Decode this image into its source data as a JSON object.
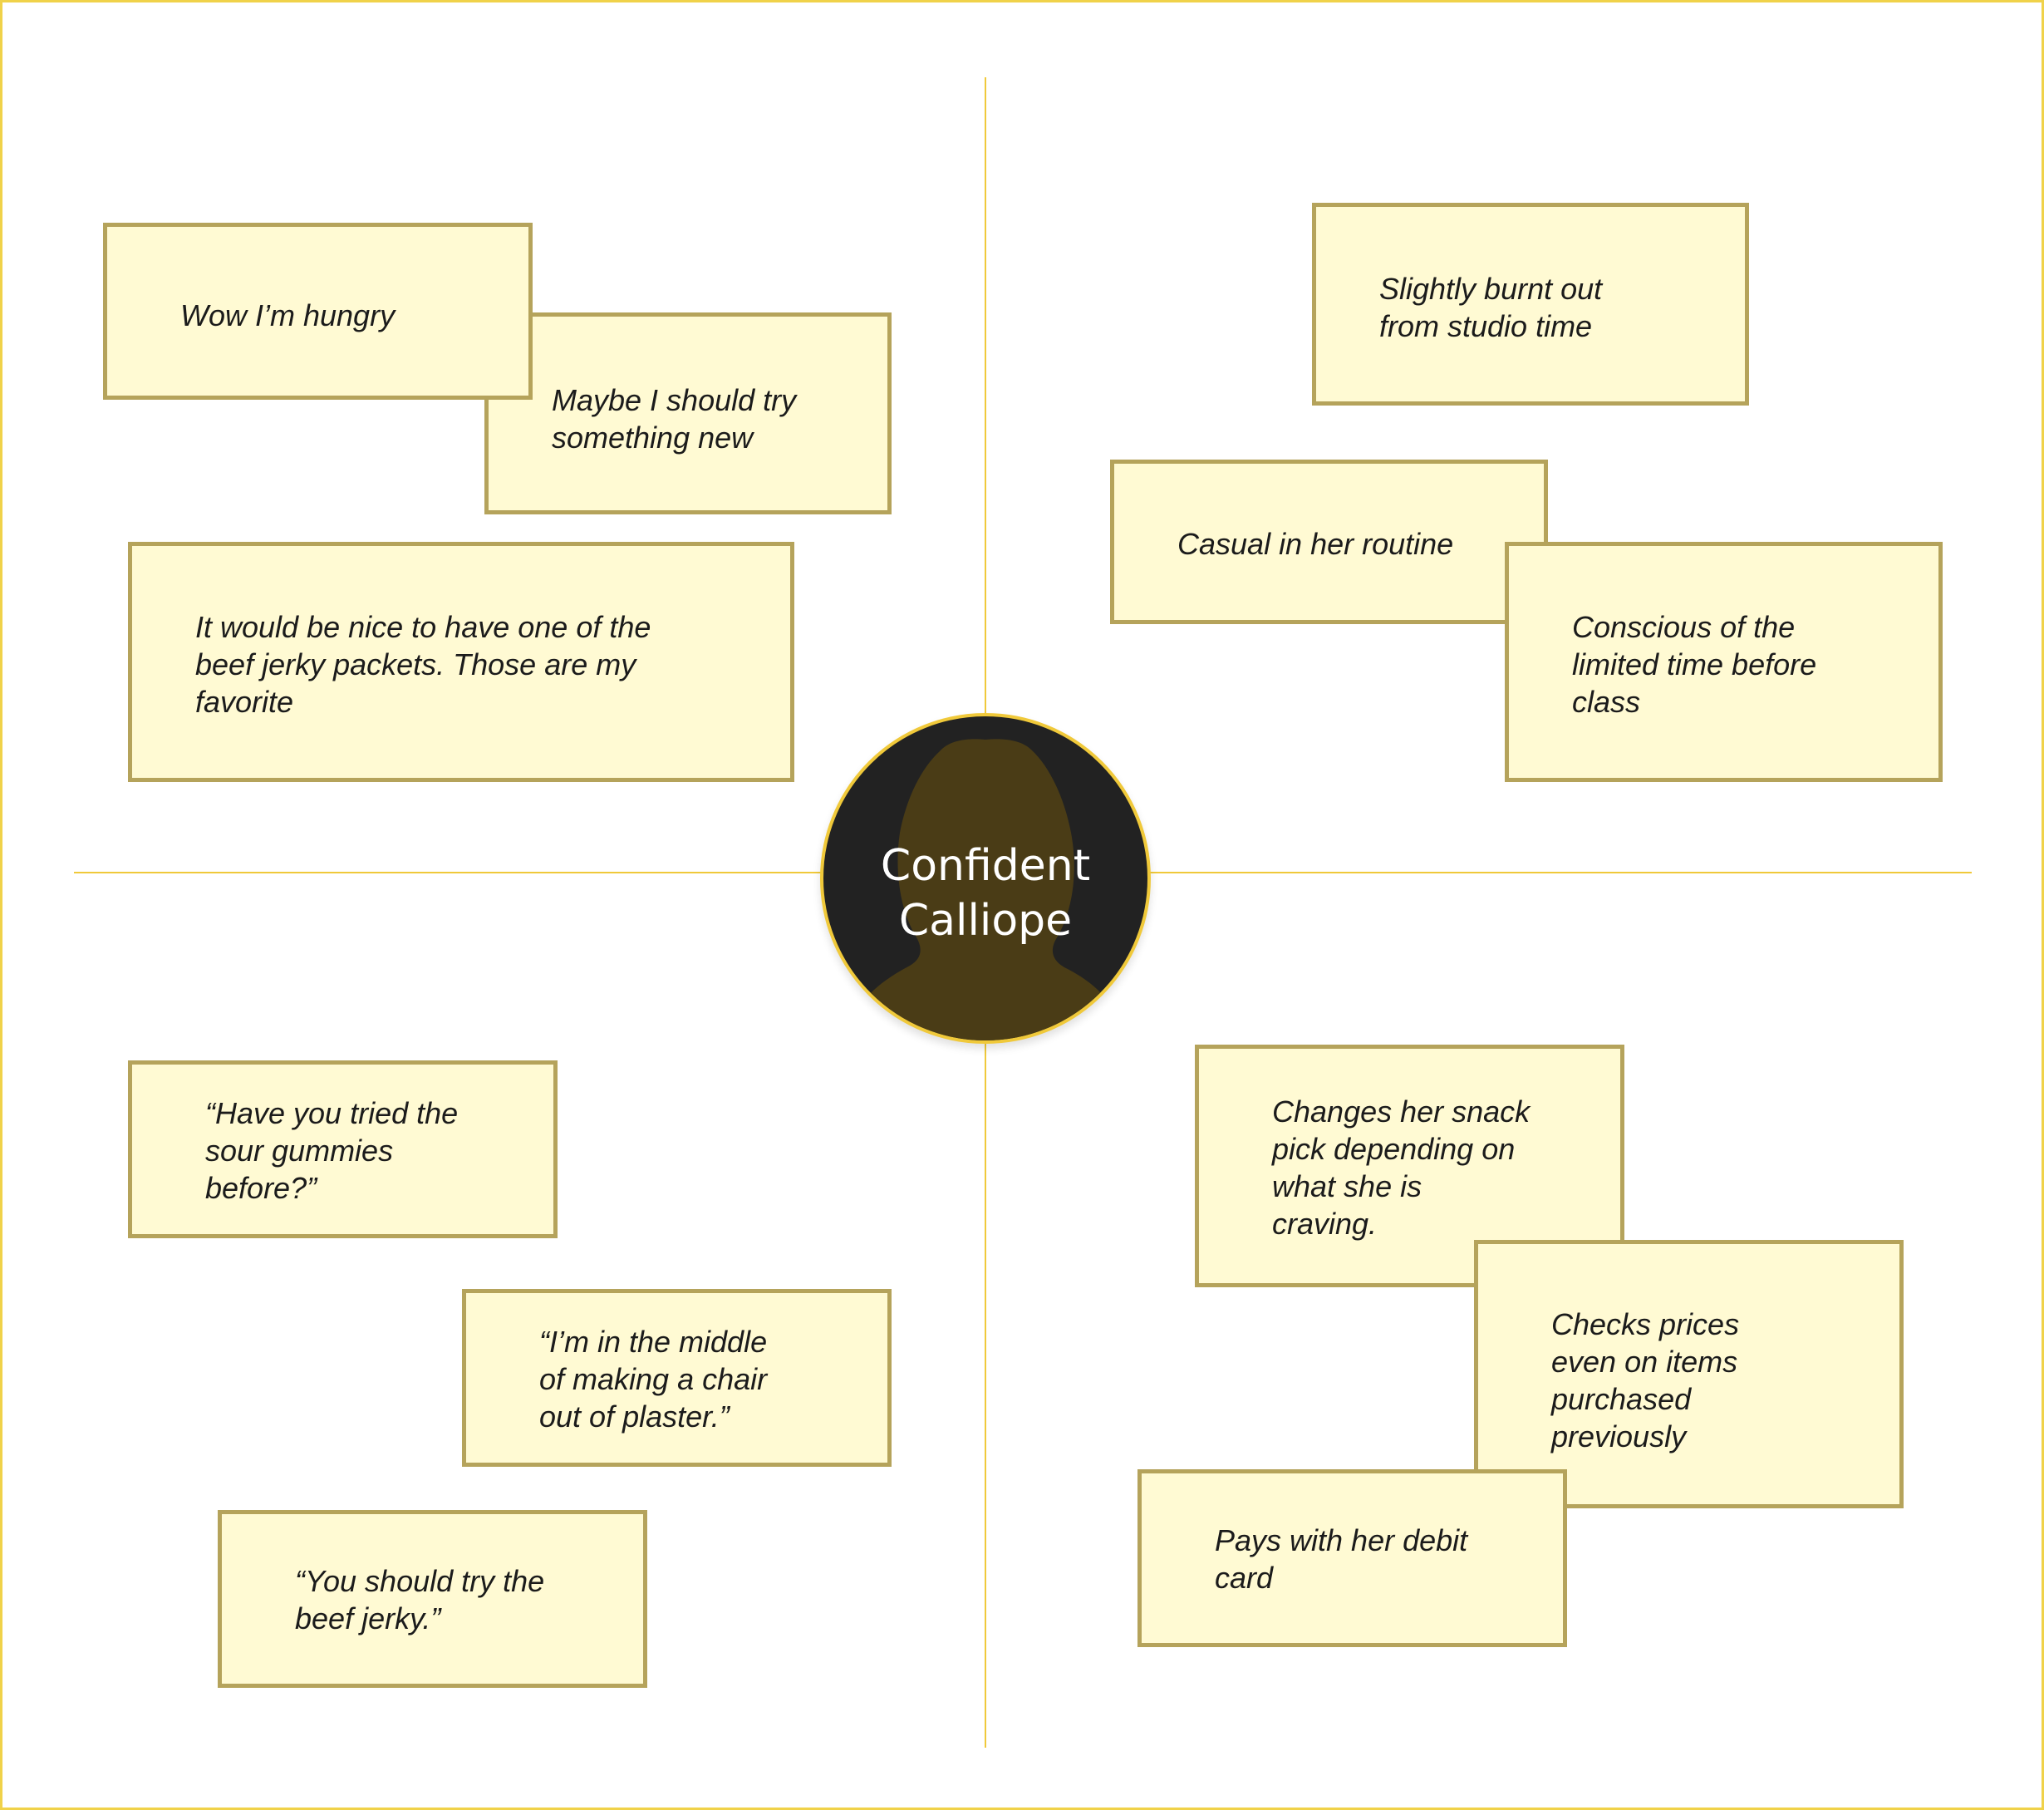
{
  "persona": {
    "name_line1": "Confident",
    "name_line2": "Calliope",
    "avatar_icon": "person-silhouette-icon",
    "colors": {
      "ring": "#f0c93a",
      "background": "#222222",
      "silhouette": "#4a3c16"
    }
  },
  "quadrants": {
    "top_left": {
      "notes": [
        {
          "lines": [
            "Wow I’m hungry"
          ]
        },
        {
          "lines": [
            "Maybe I should try",
            "something new"
          ]
        },
        {
          "lines": [
            "It would be nice to have one of the",
            "beef jerky packets. Those are my",
            "favorite"
          ]
        }
      ]
    },
    "top_right": {
      "notes": [
        {
          "lines": [
            "Slightly burnt out",
            "from studio time"
          ]
        },
        {
          "lines": [
            "Casual in her routine"
          ]
        },
        {
          "lines": [
            "Conscious of the",
            "limited time before",
            "class"
          ]
        }
      ]
    },
    "bottom_left": {
      "notes": [
        {
          "lines": [
            "“Have you tried the",
            "sour gummies",
            "before?”"
          ]
        },
        {
          "lines": [
            "“I’m in the middle",
            "of making a chair",
            "out of plaster.”"
          ]
        },
        {
          "lines": [
            "“You should try the",
            "beef jerky.”"
          ]
        }
      ]
    },
    "bottom_right": {
      "notes": [
        {
          "lines": [
            "Changes her snack",
            "pick depending on",
            "what she is",
            "craving."
          ]
        },
        {
          "lines": [
            "Checks prices",
            "even on items",
            "purchased",
            "previously"
          ]
        },
        {
          "lines": [
            "Pays with her debit",
            "card"
          ]
        }
      ]
    }
  },
  "colors": {
    "note_fill": "#fffad3",
    "note_border": "#b5a35b",
    "axis": "#f0c93a",
    "frame": "#f0d24a"
  }
}
